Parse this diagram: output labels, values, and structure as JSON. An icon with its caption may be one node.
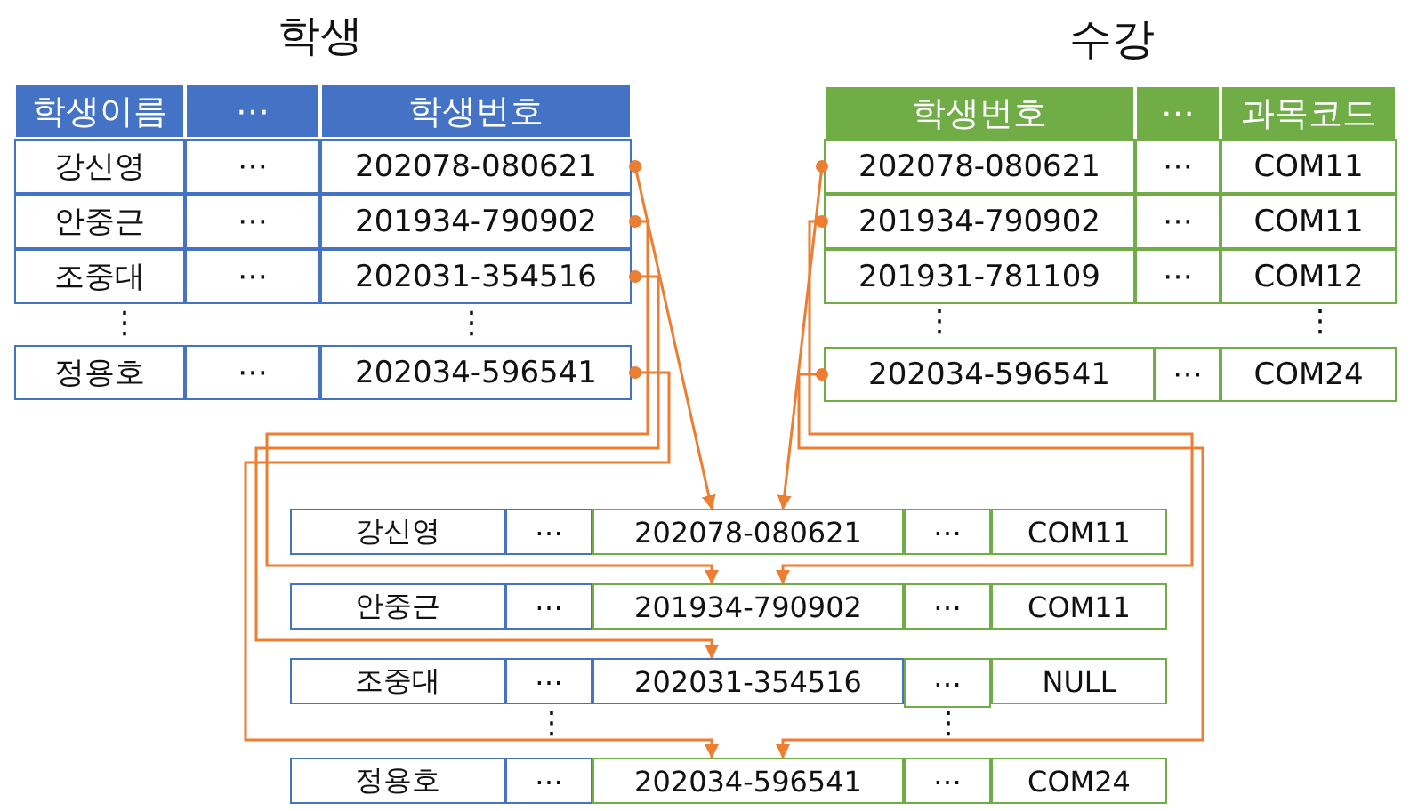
{
  "diagram": {
    "nodes": [
      {
        "text": [
          "학생이름"
        ]
      },
      {
        "text": [
          "⋯"
        ]
      },
      {
        "text": [
          "학생번호"
        ]
      },
      {
        "text": [
          "강신영"
        ]
      },
      {
        "text": [
          "⋯"
        ]
      },
      {
        "text": [
          "202078-080621"
        ]
      },
      {
        "text": [
          "안중근"
        ]
      },
      {
        "text": [
          "⋯"
        ]
      },
      {
        "text": [
          "201934-790902"
        ]
      },
      {
        "text": [
          "조중대"
        ]
      },
      {
        "text": [
          "⋯"
        ]
      },
      {
        "text": [
          "202031-354516"
        ]
      },
      {
        "text": [
          "정용호"
        ]
      },
      {
        "text": [
          "⋯"
        ]
      },
      {
        "text": [
          "202034-596541"
        ]
      },
      {
        "text": [
          "학생번호"
        ]
      },
      {
        "text": [
          "⋯"
        ]
      },
      {
        "text": [
          "과목코드"
        ]
      },
      {
        "text": [
          "202078-080621"
        ]
      },
      {
        "text": [
          "⋯"
        ]
      },
      {
        "text": [
          "COM11"
        ]
      },
      {
        "text": [
          "201934-790902"
        ]
      },
      {
        "text": [
          "⋯"
        ]
      },
      {
        "text": [
          "COM11"
        ]
      },
      {
        "text": [
          "201931-781109"
        ]
      },
      {
        "text": [
          "⋯"
        ]
      },
      {
        "text": [
          "COM12"
        ]
      },
      {
        "text": [
          "202034-596541"
        ]
      },
      {
        "text": [
          "⋯"
        ]
      },
      {
        "text": [
          "COM24"
        ]
      },
      {
        "text": [
          "강신영"
        ]
      },
      {
        "text": [
          "⋯"
        ]
      },
      {
        "text": [
          "202078-080621"
        ]
      },
      {
        "text": [
          "⋯"
        ]
      },
      {
        "text": [
          "COM11"
        ]
      },
      {
        "text": [
          "안중근"
        ]
      },
      {
        "text": [
          "⋯"
        ]
      },
      {
        "text": [
          "201934-790902"
        ]
      },
      {
        "text": [
          "⋯"
        ]
      },
      {
        "text": [
          "COM11"
        ]
      },
      {
        "text": [
          "조중대"
        ]
      },
      {
        "text": [
          "⋯"
        ]
      },
      {
        "text": [
          "202031-354516"
        ]
      },
      {
        "text": [
          "⋯"
        ]
      },
      {
        "text": [
          "NULL"
        ]
      },
      {
        "text": [
          "정용호"
        ]
      },
      {
        "text": [
          "⋯"
        ]
      },
      {
        "text": [
          "202034-596541"
        ]
      },
      {
        "text": [
          "⋯"
        ]
      },
      {
        "text": [
          "COM24"
        ]
      }
    ],
    "edges": [
      {
        "from": 5,
        "to": 32,
        "arrow": "to"
      },
      {
        "from": 8,
        "to": 37,
        "arrow": "to"
      },
      {
        "from": 11,
        "to": 42,
        "arrow": "to"
      },
      {
        "from": 14,
        "to": 47,
        "arrow": "to"
      },
      {
        "from": 18,
        "to": 32,
        "arrow": "to"
      },
      {
        "from": 21,
        "to": 37,
        "arrow": "to"
      },
      {
        "from": 27,
        "to": 47,
        "arrow": "to"
      }
    ],
    "labels": [
      "학생",
      "수강",
      "⋮",
      "⋮",
      "⋮",
      "⋮",
      "⋮",
      "⋮"
    ]
  }
}
